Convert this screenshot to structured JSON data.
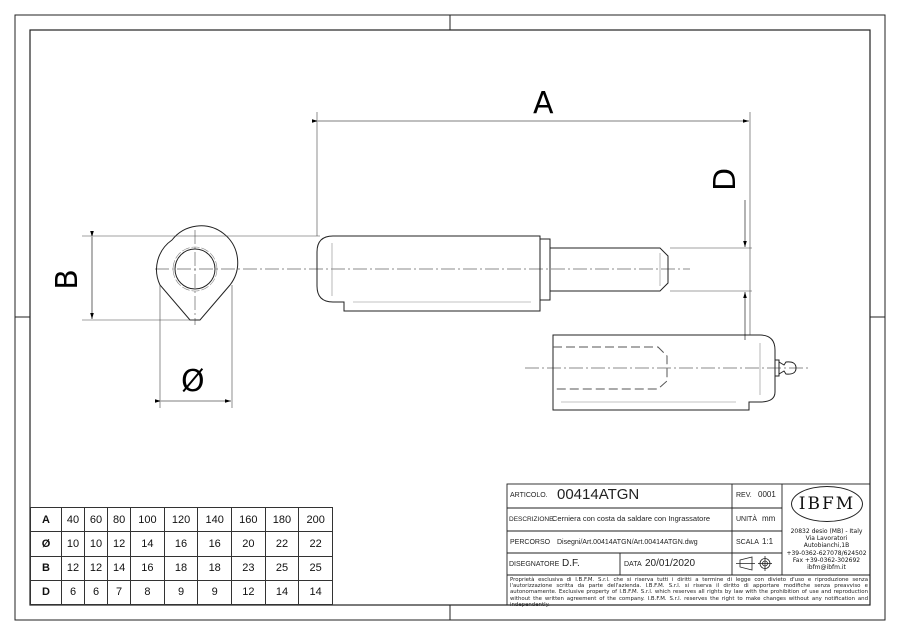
{
  "dimensions": {
    "a": "A",
    "b": "B",
    "d": "D",
    "diameter": "Ø"
  },
  "size_table": {
    "rows": [
      {
        "label": "A",
        "values": [
          "40",
          "60",
          "80",
          "100",
          "120",
          "140",
          "160",
          "180",
          "200"
        ]
      },
      {
        "label": "Ø",
        "values": [
          "10",
          "10",
          "12",
          "14",
          "16",
          "16",
          "20",
          "22",
          "22"
        ]
      },
      {
        "label": "B",
        "values": [
          "12",
          "12",
          "14",
          "16",
          "18",
          "18",
          "23",
          "25",
          "25"
        ]
      },
      {
        "label": "D",
        "values": [
          "6",
          "6",
          "7",
          "8",
          "9",
          "9",
          "12",
          "14",
          "14"
        ]
      }
    ]
  },
  "title_block": {
    "articolo_label": "ARTICOLO.",
    "articolo": "00414ATGN",
    "rev_label": "REV.",
    "rev": "0001",
    "descrizione_label": "DESCRIZIONE",
    "descrizione": "Cerniera con costa da saldare con Ingrassatore",
    "unita_label": "UNITÀ",
    "unita": "mm",
    "percorso_label": "PERCORSO",
    "percorso": "Disegni/Art.00414ATGN/Art.00414ATGN.dwg",
    "scala_label": "SCALA",
    "scala": "1:1",
    "disegnatore_label": "DISEGNATORE",
    "disegnatore": "D.F.",
    "data_label": "DATA",
    "data": "20/01/2020",
    "logo": "IBFM",
    "address": [
      "20832 desio (MB) - Italy",
      "Via Lavoratori Autobianchi,1B",
      "+39-0362-627078/624502",
      "Fax +39-0362-302692",
      "ibfm@ibfm.it"
    ],
    "legal": "Proprietà esclusiva di I.B.F.M. S.r.l. che si riserva tutti i diritti a termine di legge con divieto d'uso e riproduzione senza l'autorizzazione scritta da parte dell'azienda. I.B.F.M. S.r.l. si riserva il diritto di apportare modifiche senza preavviso e autonomamente. Exclusive property of I.B.F.M. S.r.l. which reserves all rights by law with the prohibition of use and reproduction without the written agreement of the company. I.B.F.M. S.r.l. reserves the right to make changes without any notification and independently."
  }
}
